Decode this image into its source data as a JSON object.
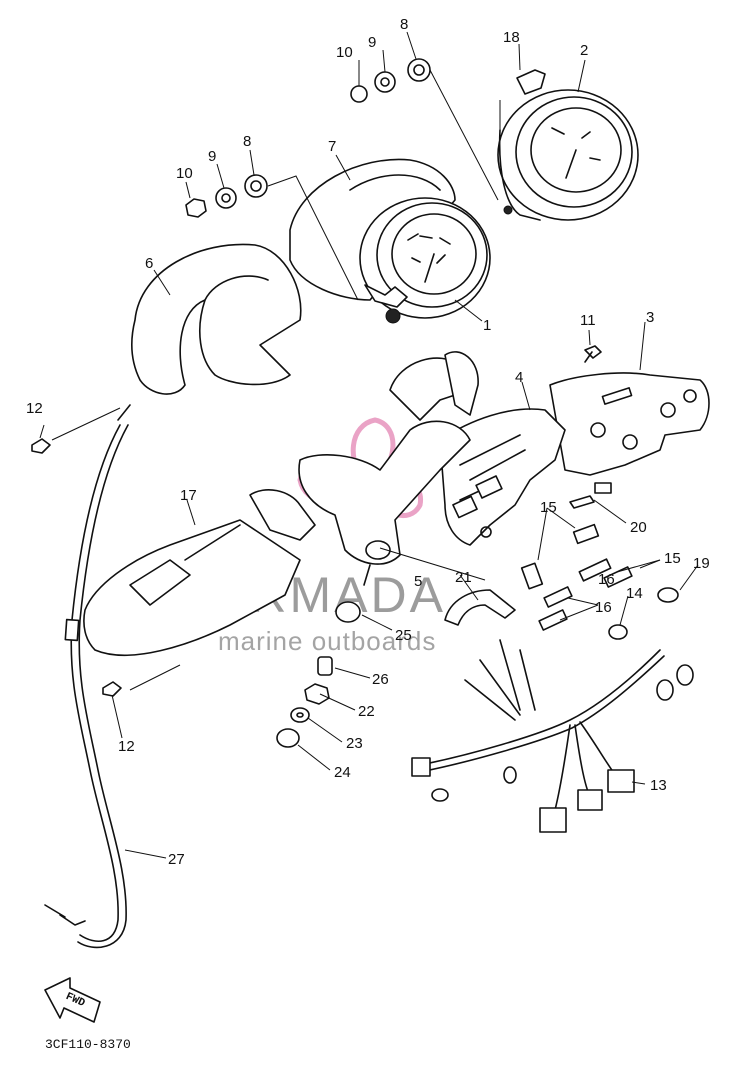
{
  "diagram": {
    "code": "3CF110-8370",
    "fwd_label": "FWD",
    "labels": [
      "1",
      "2",
      "3",
      "4",
      "5",
      "6",
      "7",
      "8",
      "8",
      "9",
      "9",
      "10",
      "10",
      "11",
      "12",
      "12",
      "13",
      "14",
      "15",
      "15",
      "16",
      "16",
      "17",
      "18",
      "19",
      "20",
      "21",
      "22",
      "23",
      "24",
      "25",
      "26",
      "27"
    ]
  },
  "watermark": {
    "brand": "ARMADA",
    "tagline": "marine outboards",
    "color": "#e89ac0"
  }
}
